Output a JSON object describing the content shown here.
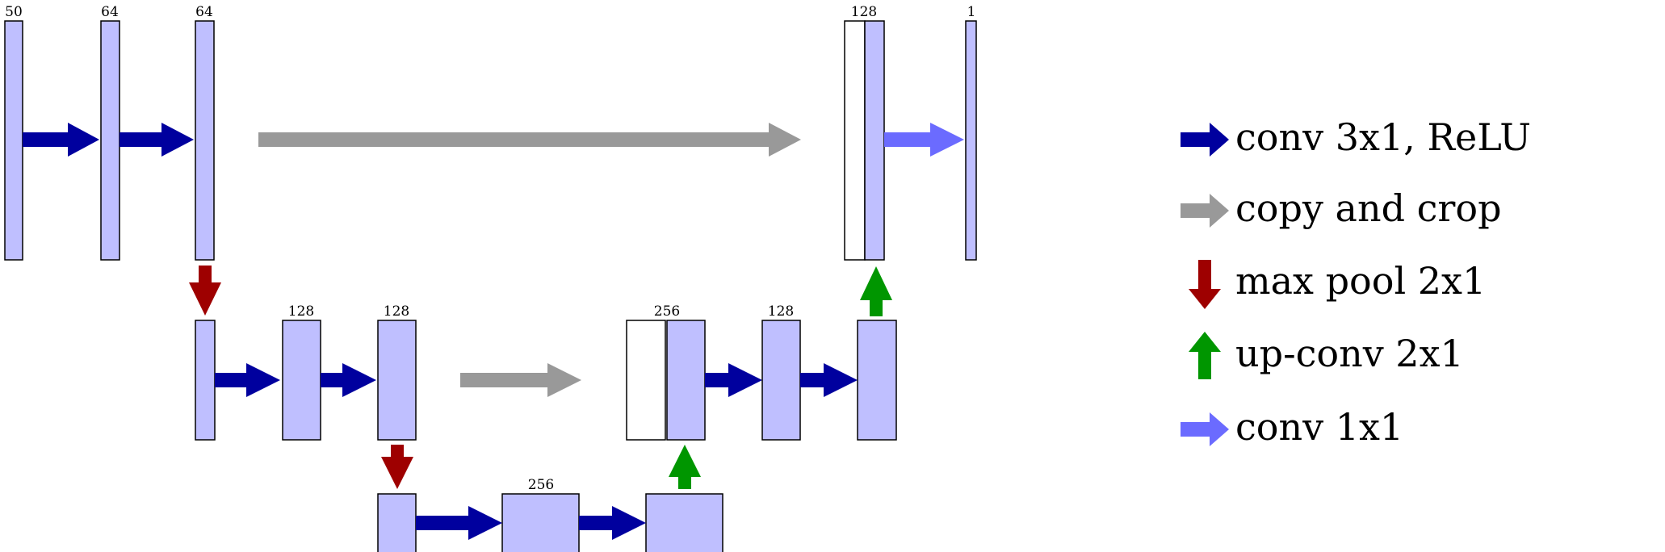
{
  "colors": {
    "feature_map": "#bfbfff",
    "copied_map": "#ffffff",
    "conv": "#00009e",
    "copy": "#999999",
    "pool": "#9e0000",
    "upconv": "#009600",
    "conv1x1": "#6b6bff"
  },
  "channels": {
    "level1_in": "50",
    "level1_conv1": "64",
    "level1_conv2": "64",
    "level2_conv1": "128",
    "level2_conv2": "128",
    "level3_conv1": "256",
    "level2_up_concat": "256",
    "level2_up_conv": "128",
    "level1_up_concat": "128",
    "level1_out": "1"
  },
  "legend": {
    "conv": "conv 3x1, ReLU",
    "copy": "copy and crop",
    "pool": "max pool 2x1",
    "upconv": "up-conv 2x1",
    "conv1x1": "conv 1x1"
  }
}
